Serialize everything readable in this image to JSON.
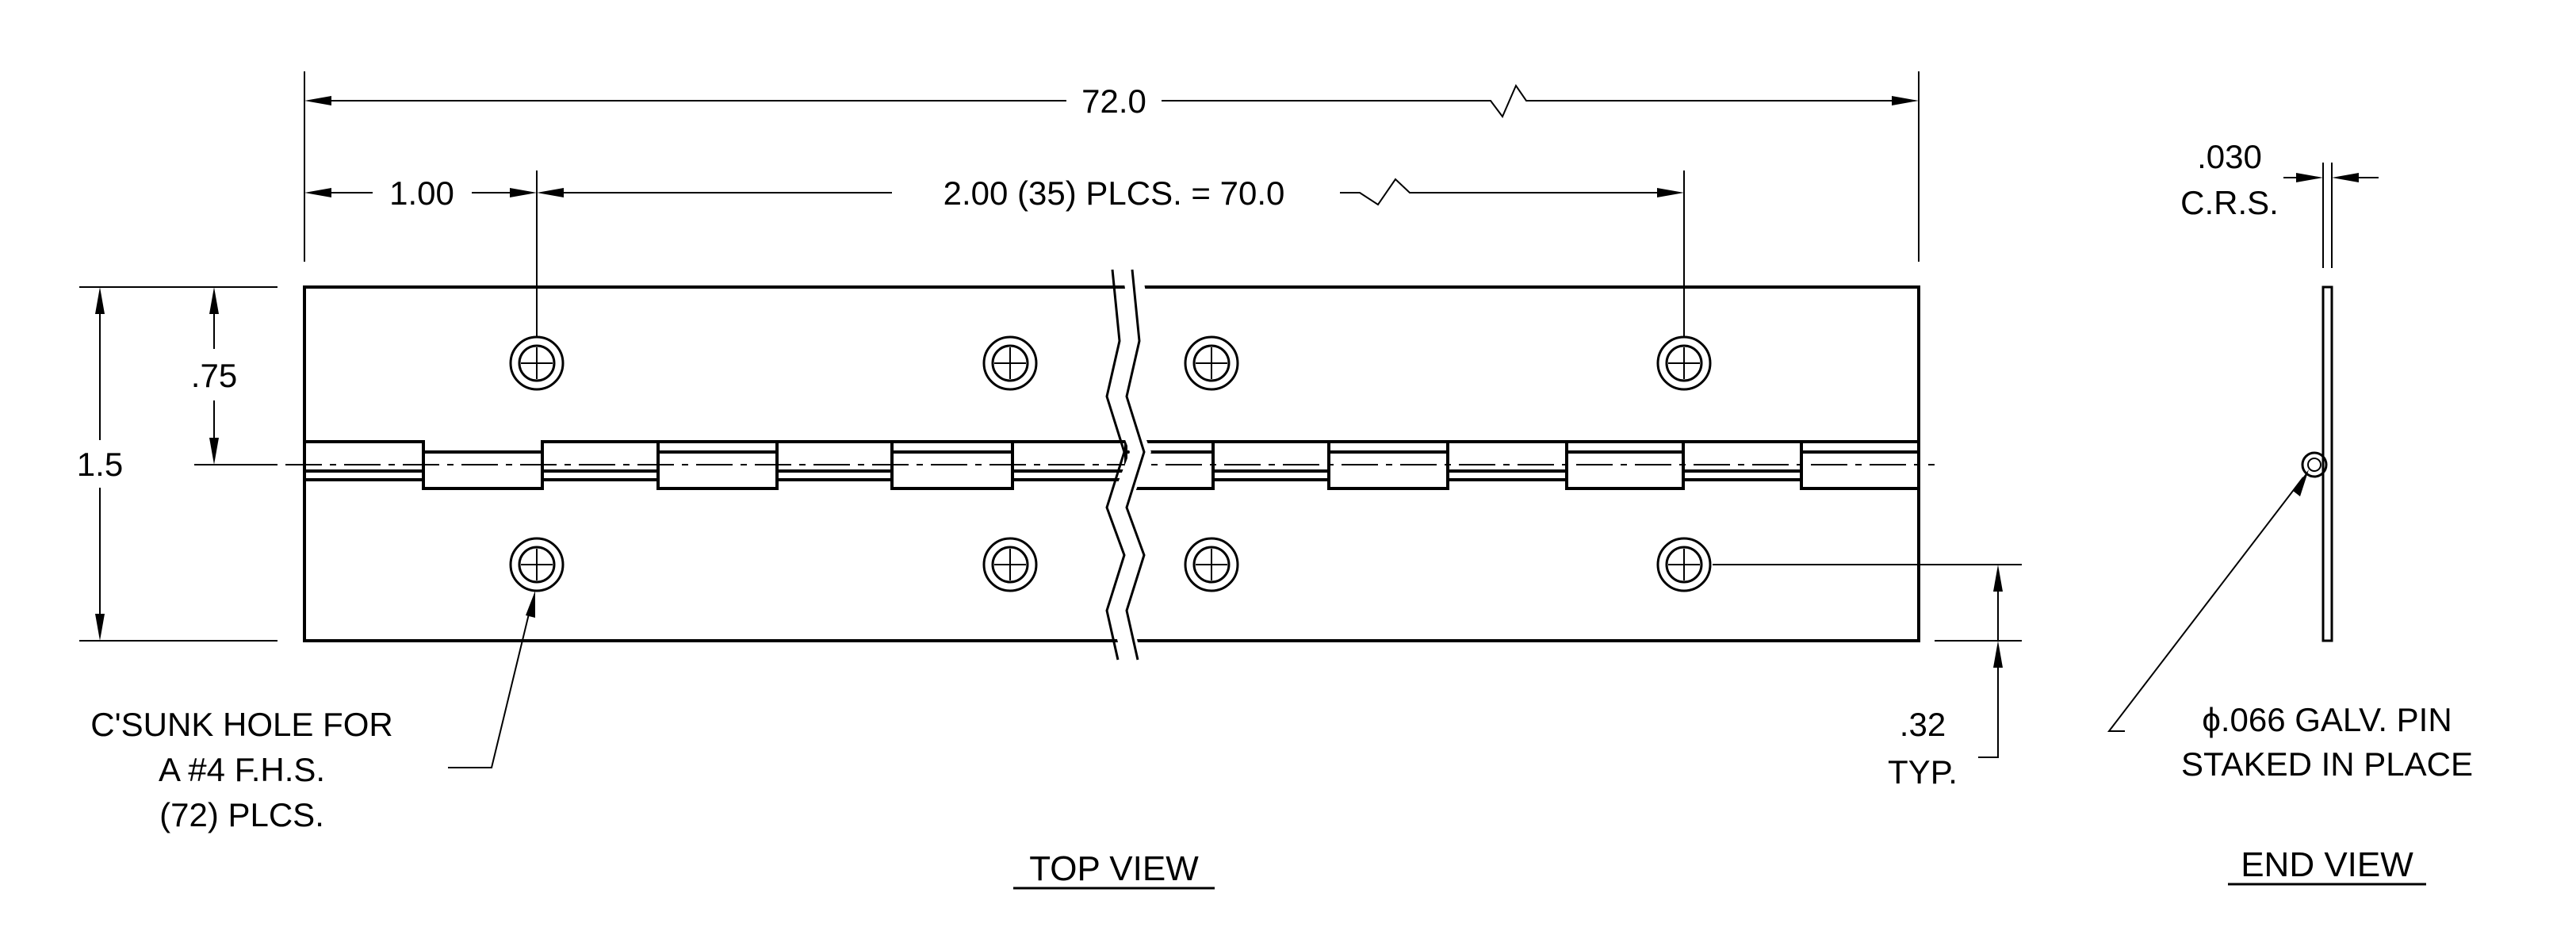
{
  "dimensions": {
    "overall_length": "72.0",
    "first_offset": "1.00",
    "hole_spacing": "2.00 (35) PLCS. = 70.0",
    "overall_width": "1.5",
    "hole_row_offset": ".75",
    "hole_edge_offset_value": ".32",
    "hole_edge_offset_note": "TYP.",
    "thickness_value": ".030",
    "thickness_material": "C.R.S."
  },
  "notes": {
    "hole_line_1": "C'SUNK HOLE FOR",
    "hole_line_2": "A #4 F.H.S.",
    "hole_line_3": "(72) PLCS.",
    "pin_line_1": "ϕ.066 GALV. PIN",
    "pin_line_2": "STAKED IN PLACE"
  },
  "views": {
    "top_view": "TOP VIEW",
    "end_view": "END VIEW"
  }
}
